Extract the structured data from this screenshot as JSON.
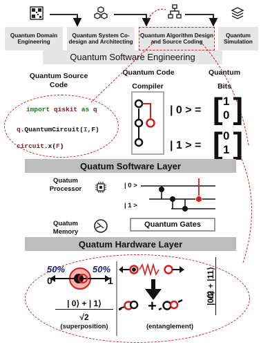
{
  "stages": [
    {
      "label": "Quantum Domain Engineering",
      "icon": "qr-code-icon"
    },
    {
      "label": "Quantum System Co-design and Architecting",
      "icon": "cube-cluster-icon"
    },
    {
      "label": "Quantum Algorithm Design and Source Coding",
      "icon": "flowchart-icon"
    },
    {
      "label": "Quantum Simulation",
      "icon": "layers-icon"
    }
  ],
  "qse_title": "Quantum Software Engineering",
  "source_code": {
    "title": "Quantum Source Code",
    "lines": [
      {
        "t1": "import",
        "t2": " qiskit ",
        "t3": "as",
        "t4": " q"
      },
      {
        "t1": "q",
        "t2": ".QuantumCircuit(",
        "t3": "I",
        "t4": ",F)"
      },
      {
        "t1": "circuit",
        "t2": ".x(",
        "t3": "F",
        "t4": ")"
      }
    ]
  },
  "compiler": {
    "title_line1": "Quantum Code",
    "title_line2": "Compiler"
  },
  "bits": {
    "title_line1": "Quantum",
    "title_line2": "Bits",
    "ket0": "| 0 > =",
    "ket1": "| 1 > =",
    "v0_top": "1",
    "v0_bot": "0",
    "v1_top": "0",
    "v1_bot": "1"
  },
  "software_layer": "Quatum Software Layer",
  "processor_label": "Quatum Processor",
  "memory_label": "Quatum Memory",
  "circuit": {
    "wire0": "| 0 >",
    "wire1": "| 1 >"
  },
  "gates_label": "Quantum Gates",
  "hardware_layer": "Quatum Hardware Layer",
  "superposition": {
    "p_left": "50%",
    "p_right": "50%",
    "zero": "0",
    "one": "1",
    "numerator": "| 0⟩ + | 1⟩",
    "denominator": "√2",
    "caption": "(superposition)"
  },
  "entanglement": {
    "numerator": "|00⟩ + |11⟩",
    "denominator": "√2",
    "caption": "(entanglement)"
  },
  "colors": {
    "accent_red": "#d81b1b",
    "navy": "#1a237e",
    "bar_gray": "#bdbdbd",
    "stage_gray": "#e6e6e6"
  }
}
